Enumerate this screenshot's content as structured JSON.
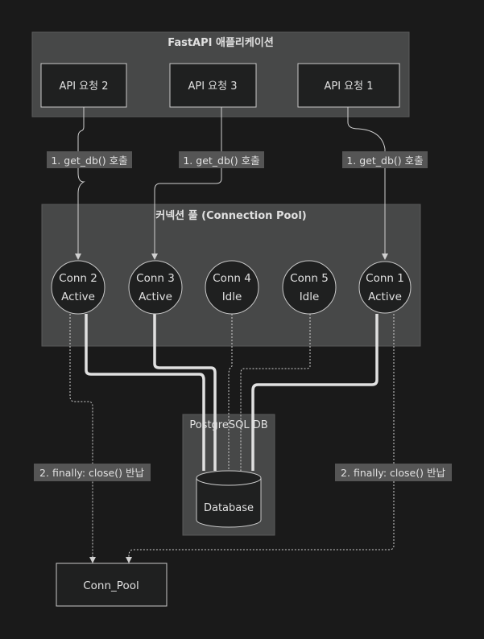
{
  "groups": {
    "fastapi": "FastAPI 애플리케이션",
    "pool": "커넥션 풀 (Connection Pool)",
    "db": "PostgreSQL DB"
  },
  "requests": [
    "API 요청 2",
    "API 요청 3",
    "API 요청 1"
  ],
  "connections": [
    {
      "name": "Conn 2",
      "status": "Active"
    },
    {
      "name": "Conn 3",
      "status": "Active"
    },
    {
      "name": "Conn 4",
      "status": "Idle"
    },
    {
      "name": "Conn 5",
      "status": "Idle"
    },
    {
      "name": "Conn 1",
      "status": "Active"
    }
  ],
  "edge_labels": {
    "get_db": [
      "1. get_db() 호출",
      "1. get_db() 호출",
      "1. get_db() 호출"
    ],
    "close": [
      "2. finally: close() 반납",
      "2. finally: close() 반납"
    ]
  },
  "database": "Database",
  "conn_pool": "Conn_Pool"
}
